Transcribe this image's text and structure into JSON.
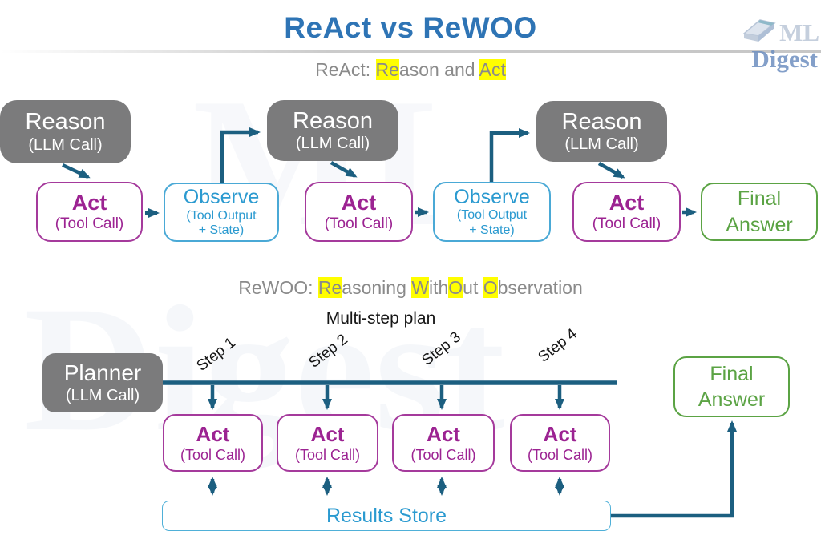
{
  "title": "ReAct vs ReWOO",
  "logo": {
    "ml": "ML",
    "digest": "Digest"
  },
  "watermark": {
    "ml": "ML",
    "digest": "Digest"
  },
  "colors": {
    "title_blue": "#2e74b5",
    "box_gray": "#7b7b7c",
    "box_purple": "#9c2392",
    "box_teal": "#2b9ad0",
    "box_green": "#5ba344",
    "arrow_teal": "#1c5f80",
    "highlight_yellow": "#fffe00",
    "heading_gray": "#8a8a8a"
  },
  "react": {
    "heading_parts": [
      {
        "text": "ReAct: ",
        "highlight": false
      },
      {
        "text": "Re",
        "highlight": true
      },
      {
        "text": "ason and ",
        "highlight": false
      },
      {
        "text": "Act",
        "highlight": true
      }
    ],
    "reason": {
      "title": "Reason",
      "subtitle": "(LLM Call)"
    },
    "act": {
      "title": "Act",
      "subtitle": "(Tool Call)"
    },
    "observe": {
      "title": "Observe",
      "subtitle": "(Tool Output\n+ State)"
    },
    "final": {
      "title": "Final\nAnswer"
    }
  },
  "rewoo": {
    "heading_parts": [
      {
        "text": "ReWOO: ",
        "highlight": false
      },
      {
        "text": "Re",
        "highlight": true
      },
      {
        "text": "asoning ",
        "highlight": false
      },
      {
        "text": "W",
        "highlight": true
      },
      {
        "text": "ith",
        "highlight": false
      },
      {
        "text": "O",
        "highlight": true
      },
      {
        "text": "ut ",
        "highlight": false
      },
      {
        "text": "O",
        "highlight": true
      },
      {
        "text": "bservation",
        "highlight": false
      }
    ],
    "plan_label": "Multi-step plan",
    "planner": {
      "title": "Planner",
      "subtitle": "(LLM Call)"
    },
    "steps": [
      "Step 1",
      "Step 2",
      "Step 3",
      "Step 4"
    ],
    "act": {
      "title": "Act",
      "subtitle": "(Tool Call)"
    },
    "results_store": "Results Store",
    "final": {
      "title": "Final\nAnswer"
    }
  }
}
